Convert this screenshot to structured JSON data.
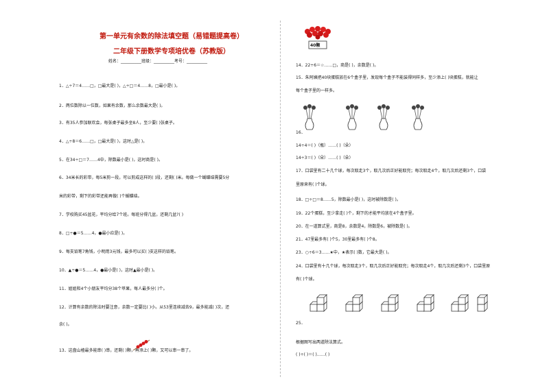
{
  "header": {
    "title1": "第一单元有余数的除法填空题（易错题提高卷）",
    "title2": "二年级下册数学专项培优卷（苏教版）",
    "info": "姓名：__________班级：__________考号：__________"
  },
  "left_questions": [
    "1．△÷7＝4……□，□最大是(          )，△÷□＝4……8，□最小是(          )。",
    "2．两位数除以一位数，如果有余数，那么余数最大是(          )。",
    "3．有35人参加联欢会，每张桌子最多坐8人，至少要(          )张桌子。",
    "4．△÷8＝6……□，□最大是(          )，这时△是(          )。",
    "5．在34÷□＝7……4中，除数最小是(          )，这时商是(          )。",
    "6．34米长的彩带，每5米剪一段，可以剪成这样的(          )段，还剩(          )米。每做一个蝴蝶结需要5分",
    "米的彩带，剩下的彩带还能再做(          )个蝴蝶结。",
    "7．学校购买45盆花，平均分给7个班。每班分得几盆，还剩几盆?(          )",
    "8．□÷●＝5……4，●最小应是(          )。",
    "9．每支铅笔7角钱，小明用3元钱，最多可以买(          )支这样的铅笔。",
    "10．▲÷●＝5……4，●最小是(          )，这时▲最小是(          )。",
    "11．姐姐和4个小朋友平均分38个苹果，每人最多分(          )个。",
    "12．计算有余数的除法时要注意，余数一定要比(          )小。从53里连续减去9，最多能减(          )次，还",
    "余(          )。",
    "13．这盘山楂最多能串(          )串，还剩(          )颗，再添上(          )颗，又可以串一串了。"
  ],
  "right_questions": [
    "14．22÷6＝☆……□，商是(          )，余数是(          )。",
    "15．朱阿姨把40块蛋糕放在6个盒子里，发现每个盒子不能装得同样多，至少添上(          )块蛋糕，就能让",
    "每个盒子里的一样多。",
    "16．",
    "14÷4＝(          )（瓶）……(          )（朵）",
    "14÷3＝(          )（朵）……(          )（朵）",
    "17．口袋里有二十几个球，每次取走3个，取几次后正好能取完；每次取走4个，取几次后还剩3个，口袋",
    "里原来有(          )个球。",
    "18．□÷□＝8……5，除数最小是(          )，这时被除数是(          )。",
    "19．22个蛋糕，至少拿走(          )个，剩下的才能平均放在4个盒子里。",
    "20．在一道算式里，商是8，余数是4，除数是6，被除数是(          )。",
    "21．47里最多有(          )个5，30里最多有(          )个8。",
    "23．○÷6＝3……★中，★表示(          )数，它最大是(          )。",
    "24．口袋里有十几个球，每次取走3个，取几次后正好能取完；每次取走4个，取几次后还剩3个，口袋里原",
    "有(          )个球。",
    "25．",
    "根据图写出两道除法算式。",
    "(          )÷(          )＝(          )……(          )"
  ],
  "badge": "40颗"
}
